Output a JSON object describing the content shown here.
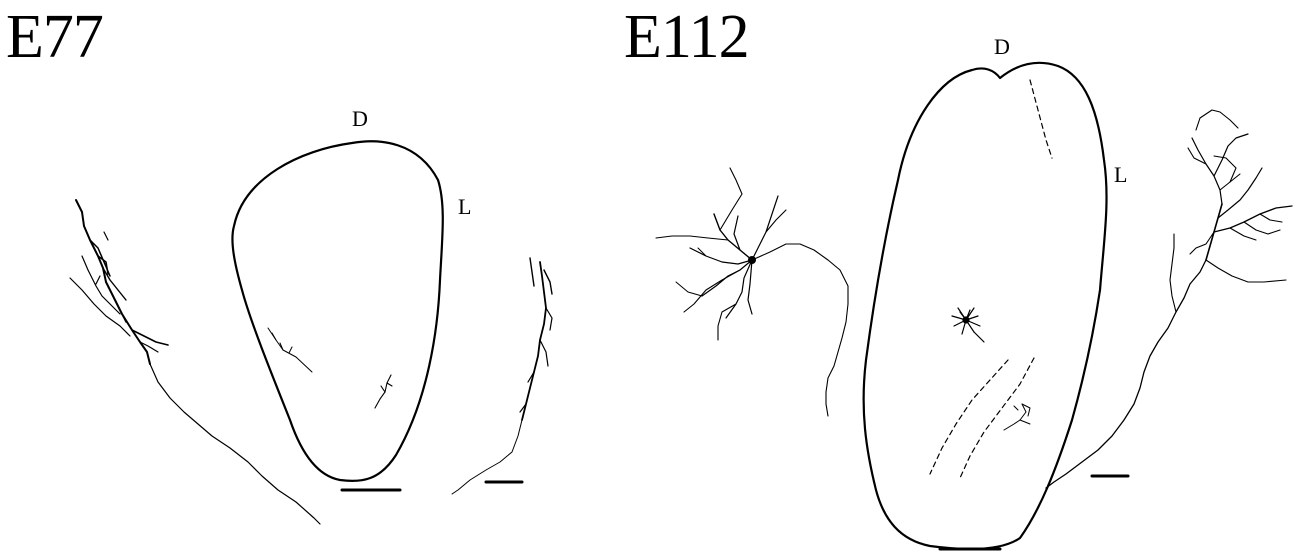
{
  "panels": [
    {
      "title": "E77",
      "orientation": {
        "dorsal": "D",
        "lateral": "L"
      }
    },
    {
      "title": "E112",
      "orientation": {
        "dorsal": "D",
        "lateral": "L"
      }
    }
  ]
}
